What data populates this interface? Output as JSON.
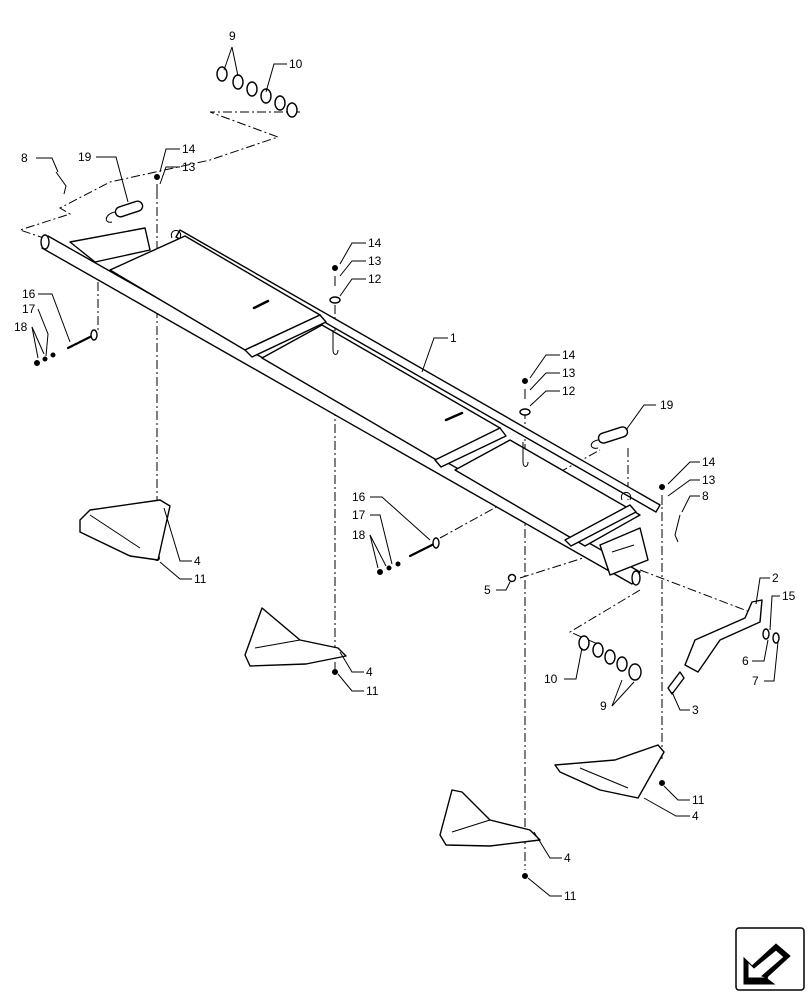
{
  "callouts": [
    {
      "id": "c9a",
      "text": "9"
    },
    {
      "id": "c10a",
      "text": "10"
    },
    {
      "id": "c8a",
      "text": "8"
    },
    {
      "id": "c19a",
      "text": "19"
    },
    {
      "id": "c14a",
      "text": "14"
    },
    {
      "id": "c13a",
      "text": "13"
    },
    {
      "id": "c14b",
      "text": "14"
    },
    {
      "id": "c13b",
      "text": "13"
    },
    {
      "id": "c12a",
      "text": "12"
    },
    {
      "id": "c16a",
      "text": "16"
    },
    {
      "id": "c17a",
      "text": "17"
    },
    {
      "id": "c18a",
      "text": "18"
    },
    {
      "id": "c1",
      "text": "1"
    },
    {
      "id": "c14c",
      "text": "14"
    },
    {
      "id": "c13c",
      "text": "13"
    },
    {
      "id": "c12b",
      "text": "12"
    },
    {
      "id": "c19b",
      "text": "19"
    },
    {
      "id": "c14d",
      "text": "14"
    },
    {
      "id": "c13d",
      "text": "13"
    },
    {
      "id": "c8b",
      "text": "8"
    },
    {
      "id": "c4a",
      "text": "4"
    },
    {
      "id": "c11a",
      "text": "11"
    },
    {
      "id": "c16b",
      "text": "16"
    },
    {
      "id": "c17b",
      "text": "17"
    },
    {
      "id": "c18b",
      "text": "18"
    },
    {
      "id": "c5",
      "text": "5"
    },
    {
      "id": "c2",
      "text": "2"
    },
    {
      "id": "c15",
      "text": "15"
    },
    {
      "id": "c6",
      "text": "6"
    },
    {
      "id": "c7",
      "text": "7"
    },
    {
      "id": "c4b",
      "text": "4"
    },
    {
      "id": "c11b",
      "text": "11"
    },
    {
      "id": "c10b",
      "text": "10"
    },
    {
      "id": "c9b",
      "text": "9"
    },
    {
      "id": "c3",
      "text": "3"
    },
    {
      "id": "c11c",
      "text": "11"
    },
    {
      "id": "c4c",
      "text": "4"
    },
    {
      "id": "c4d",
      "text": "4"
    },
    {
      "id": "c11d",
      "text": "11"
    }
  ],
  "icons": {
    "nav": "next-page-arrow-icon"
  }
}
